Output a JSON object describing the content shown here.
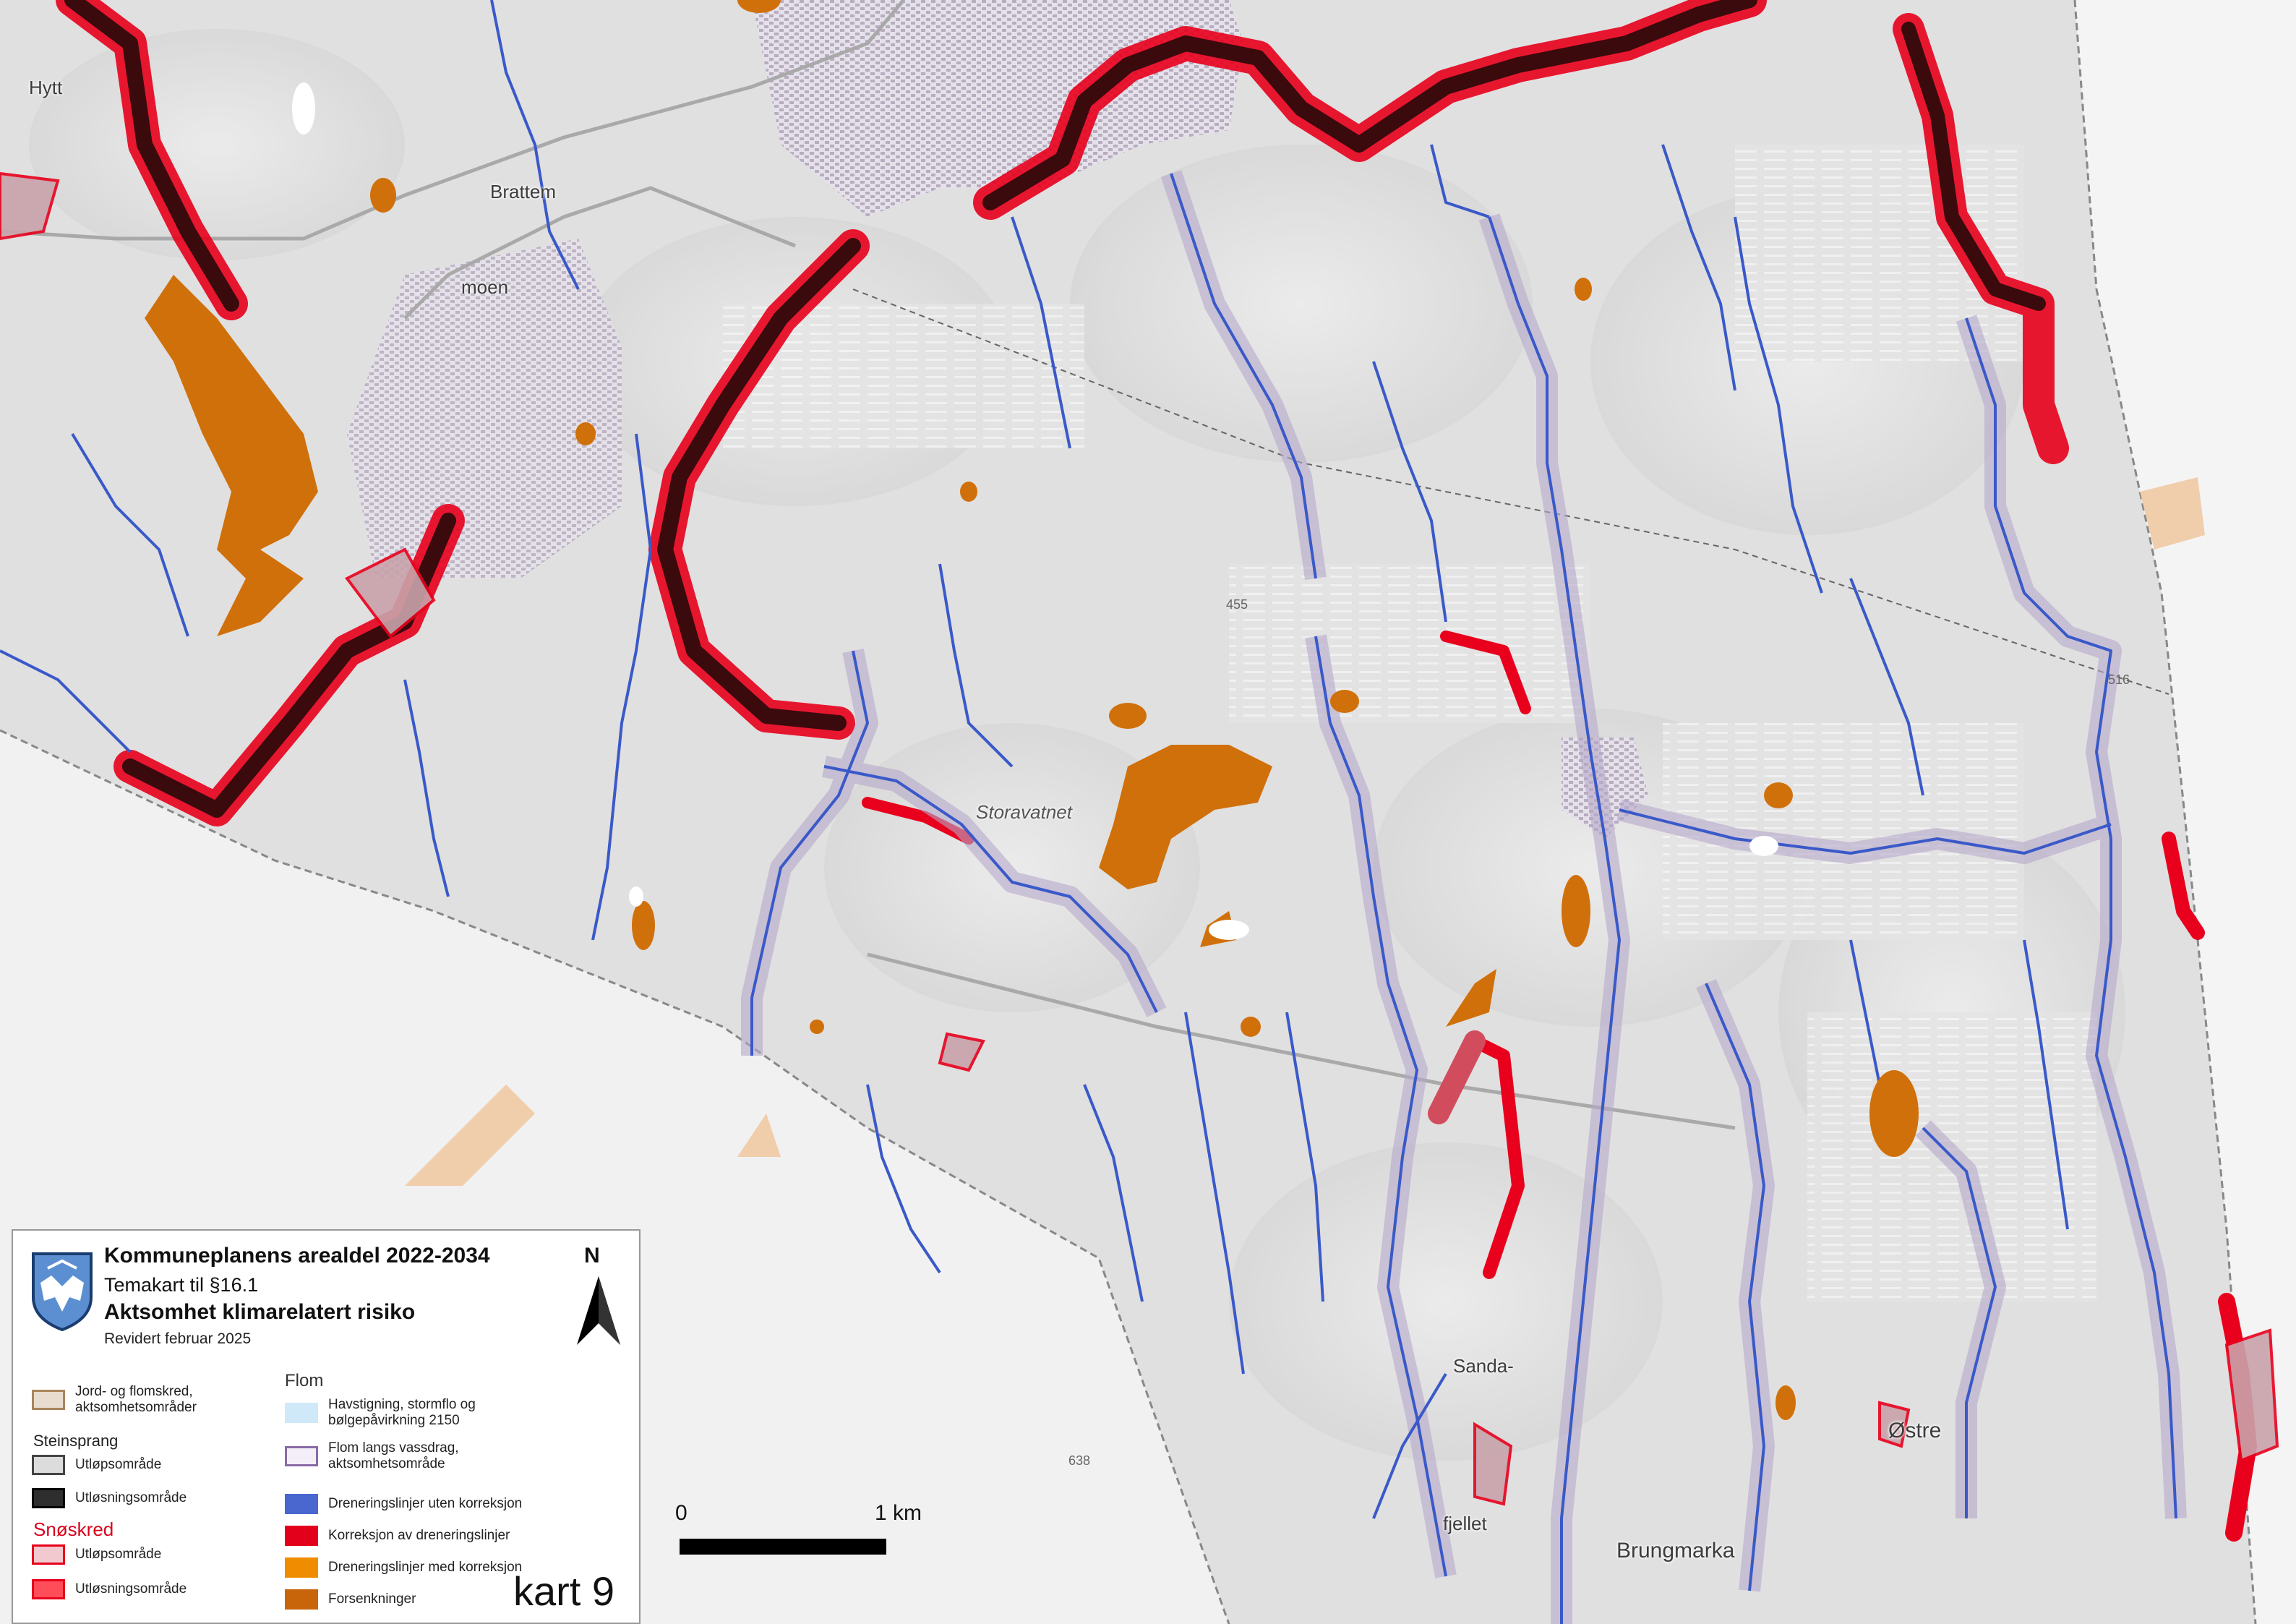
{
  "map": {
    "place_labels": [
      {
        "id": "hytt",
        "text": "Hytt"
      },
      {
        "id": "brattem",
        "text": "Brattem"
      },
      {
        "id": "moen",
        "text": "moen"
      },
      {
        "id": "storavatnet",
        "text": "Storavatnet"
      },
      {
        "id": "sanda",
        "text": "Sanda-"
      },
      {
        "id": "fjellet",
        "text": "fjellet"
      },
      {
        "id": "brungmarka",
        "text": "Brungmarka"
      },
      {
        "id": "ostre",
        "text": "Østre"
      }
    ],
    "elevation_labels": [
      {
        "id": "e455",
        "text": "455"
      },
      {
        "id": "e516",
        "text": "516"
      },
      {
        "id": "e638",
        "text": "638"
      }
    ],
    "colors": {
      "terrain": "#e2e2e2",
      "terrain_outside": "#f3f3f3",
      "rivers": "#3a59c9",
      "snow_release": "#e8001c",
      "snow_runout": "#c9a7ad",
      "rock_release": "#3a0a0d",
      "depressions": "#d0700a",
      "depressions_light": "#f0c8a0"
    }
  },
  "legend": {
    "title": "Kommuneplanens arealdel 2022-2034",
    "subtitle": "Temakart til §16.1",
    "theme": "Aktsomhet klimarelatert risiko",
    "revised": "Revidert februar 2025",
    "north": "N",
    "crest_icon": "municipal-crest-icon",
    "left": {
      "jord": "Jord- og flomskred, aktsomhetsområder",
      "steinsprang_heading": "Steinsprang",
      "stein_utlop": "Utløpsområde",
      "stein_utlosning": "Utløsningsområde",
      "snoskred_heading": "Snøskred",
      "sno_utlop": "Utløpsområde",
      "sno_utlosning": "Utløsningsområde"
    },
    "right": {
      "flom_heading": "Flom",
      "havstigning": "Havstigning, stormflo og bølgepåvirkning 2150",
      "flom_vassdrag": "Flom langs vassdrag, aktsomhetsområde",
      "dren_uten": "Dreneringslinjer uten korreksjon",
      "korreksjon": "Korreksjon av dreneringslinjer",
      "dren_med": "Dreneringslinjer med korreksjon",
      "forsenkninger": "Forsenkninger"
    },
    "swatches": {
      "jord": "#e8dccf",
      "stein_utlop": "#dcdcdc",
      "stein_utlosning": "#2e2e2e",
      "sno_utlop": "#f1c9cf",
      "sno_utlosning": "#ff4d5a",
      "havstigning": "#cfe9f8",
      "flom_vassdrag": "#f3eef7",
      "dren_uten": "#4a67cf",
      "korreksjon": "#e3001b",
      "dren_med": "#f08c00",
      "forsenkninger": "#c8650a"
    }
  },
  "scalebar": {
    "zero": "0",
    "one": "1 km"
  },
  "sheet": "kart 9"
}
